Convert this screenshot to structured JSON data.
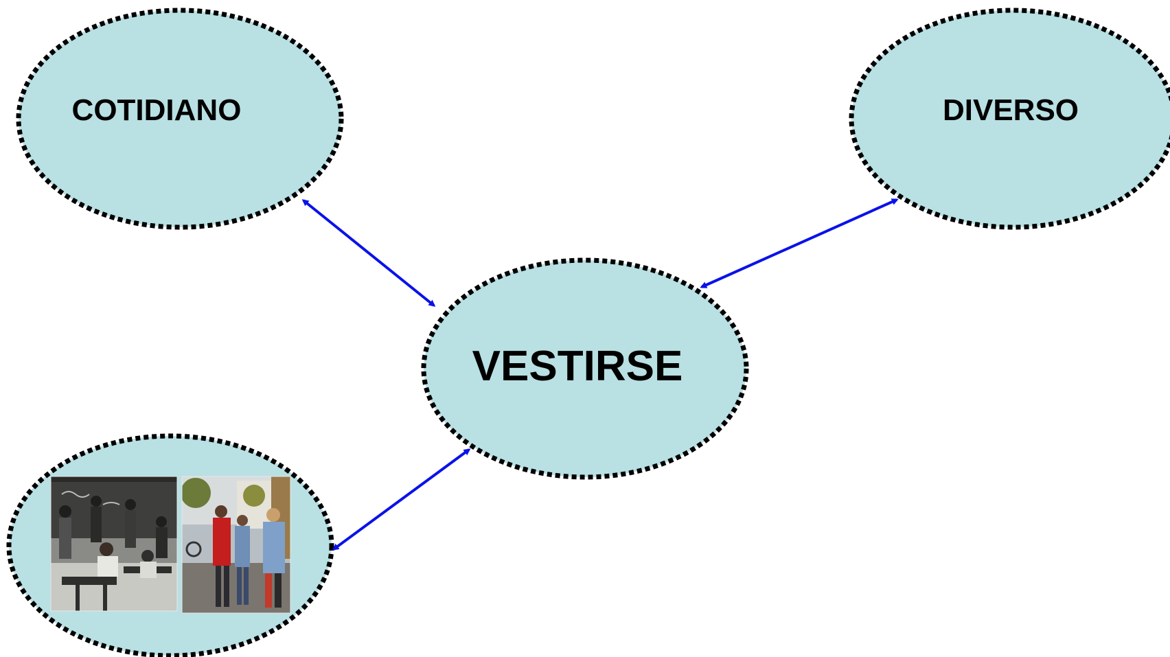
{
  "nodes": {
    "center": {
      "label": "VESTIRSE"
    },
    "top_left": {
      "label": "COTIDIANO"
    },
    "top_right": {
      "label": "DIVERSO"
    },
    "bottom_left": {
      "label": "",
      "images": [
        {
          "description_name": "classroom-photo",
          "tone": "black-and-white"
        },
        {
          "description_name": "street-group-photo",
          "tone": "color"
        }
      ]
    }
  },
  "colors": {
    "node_fill": "#b9e0e3",
    "node_border": "#000000",
    "arrow": "#0a12e8"
  },
  "connections": [
    {
      "from": "center",
      "to": "top_left",
      "style": "bidirectional"
    },
    {
      "from": "center",
      "to": "top_right",
      "style": "bidirectional"
    },
    {
      "from": "center",
      "to": "bottom_left",
      "style": "bidirectional"
    }
  ]
}
